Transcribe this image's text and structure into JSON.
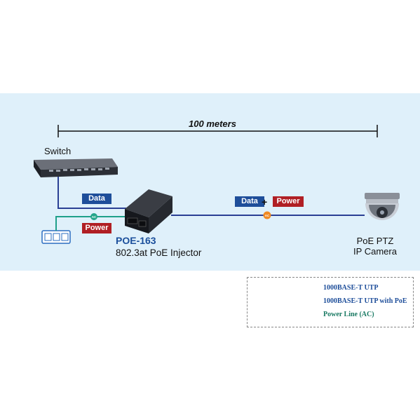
{
  "diagram": {
    "distance_label": "100 meters",
    "switch_label": "Switch",
    "device": {
      "name": "POE-163",
      "description": "802.3at PoE Injector"
    },
    "camera_label_line1": "PoE PTZ",
    "camera_label_line2": "IP Camera",
    "tags": {
      "data": "Data",
      "power": "Power",
      "plus": "+",
      "ac": "AC"
    },
    "legend": [
      {
        "label": "1000BASE-T UTP",
        "style": "blue-line"
      },
      {
        "label": "1000BASE-T UTP with PoE",
        "style": "blue-line-ac"
      },
      {
        "label": "Power Line (AC)",
        "style": "teal-line-ac"
      }
    ],
    "colors": {
      "panel_background": "#dff0fa",
      "data_line": "#2a3f94",
      "power_line": "#1fa08a",
      "data_tag": "#1e4e9a",
      "power_tag": "#b01f24",
      "ac_marker_orange": "#f08a24",
      "ac_marker_teal": "#24a58a"
    }
  }
}
